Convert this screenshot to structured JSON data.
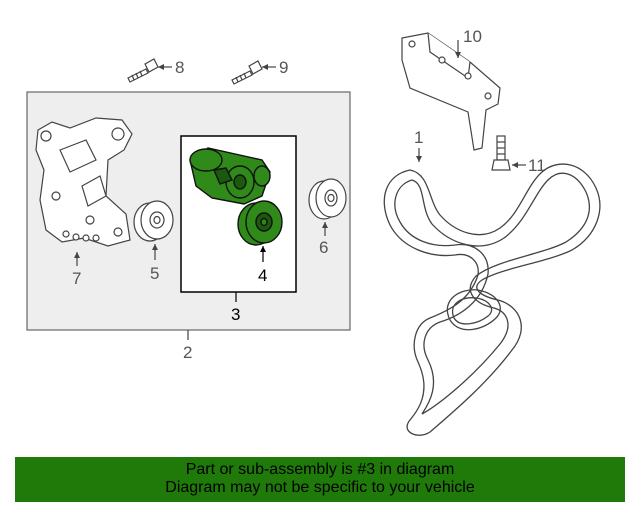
{
  "callouts": {
    "c1": "1",
    "c2": "2",
    "c3": "3",
    "c4": "4",
    "c5": "5",
    "c6": "6",
    "c7": "7",
    "c8": "8",
    "c9": "9",
    "c10": "10",
    "c11": "11"
  },
  "banner": {
    "line1": "Part or sub-assembly is #3 in diagram",
    "line2": "Diagram may not be specific to your vehicle"
  },
  "colors": {
    "highlight": "#2f8a1a",
    "banner": "#1f7a0a",
    "frame_fill": "#eeeeee",
    "line": "#444444"
  }
}
